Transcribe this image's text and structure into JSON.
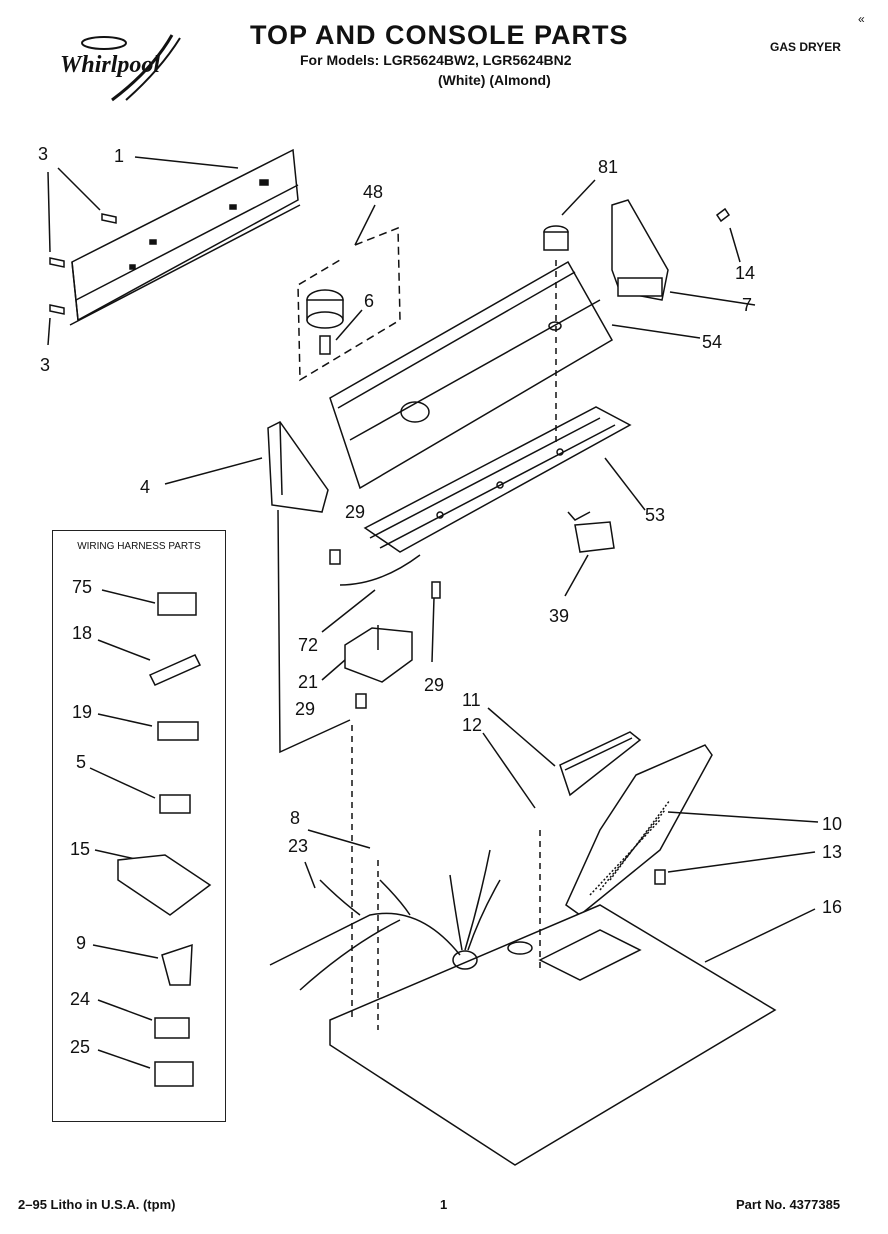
{
  "header": {
    "title": "TOP AND CONSOLE PARTS",
    "models": "For Models: LGR5624BW2, LGR5624BN2",
    "colors": "(White)    (Almond)",
    "product_type": "GAS DRYER",
    "corner_mark": "«"
  },
  "logo": {
    "text": "Whirlpool"
  },
  "harness": {
    "title": "WIRING HARNESS PARTS"
  },
  "callouts": {
    "c1": "1",
    "c3a": "3",
    "c3b": "3",
    "c48": "48",
    "c6": "6",
    "c81": "81",
    "c14": "14",
    "c7": "7",
    "c54": "54",
    "c4": "4",
    "c53": "53",
    "c29a": "29",
    "c39": "39",
    "c72": "72",
    "c21": "21",
    "c29b": "29",
    "c29c": "29",
    "c11": "11",
    "c12": "12",
    "c10": "10",
    "c8": "8",
    "c23": "23",
    "c13": "13",
    "c16": "16",
    "c75": "75",
    "c18": "18",
    "c19": "19",
    "c5": "5",
    "c15": "15",
    "c9": "9",
    "c24": "24",
    "c25": "25"
  },
  "footer": {
    "left": "2–95 Litho in U.S.A. (tpm)",
    "center": "1",
    "right": "Part No. 4377385"
  }
}
